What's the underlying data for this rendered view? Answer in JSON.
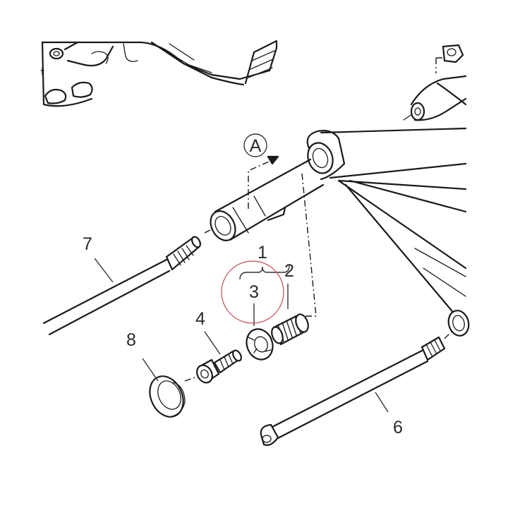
{
  "diagram": {
    "view_label": "A",
    "callouts": [
      {
        "id": "1",
        "text": "1"
      },
      {
        "id": "2",
        "text": "2"
      },
      {
        "id": "3",
        "text": "3"
      },
      {
        "id": "4",
        "text": "4"
      },
      {
        "id": "6",
        "text": "6"
      },
      {
        "id": "7",
        "text": "7"
      },
      {
        "id": "8",
        "text": "8"
      }
    ],
    "highlight_color": "#c8474f",
    "line_color": "#1a1a1a"
  }
}
